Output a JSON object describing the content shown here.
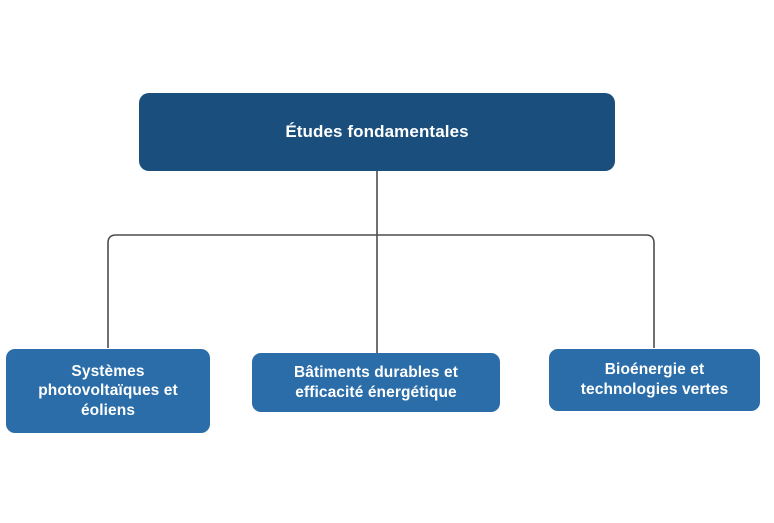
{
  "diagram": {
    "type": "organizational-tree",
    "orientation": "top-down",
    "background_color": "#ffffff",
    "connector_color": "#4d4d4d",
    "root": {
      "id": "root",
      "label": "Études fondamentales",
      "color": "#1a4f7d",
      "text_color": "#ffffff"
    },
    "children": [
      {
        "id": "child-0",
        "label": "Systèmes photovoltaïques et éoliens",
        "color": "#2a6da8",
        "text_color": "#ffffff"
      },
      {
        "id": "child-1",
        "label": "Bâtiments durables et efficacité énergétique",
        "color": "#2a6da8",
        "text_color": "#ffffff"
      },
      {
        "id": "child-2",
        "label": "Bioénergie et technologies vertes",
        "color": "#2a6da8",
        "text_color": "#ffffff"
      }
    ]
  }
}
